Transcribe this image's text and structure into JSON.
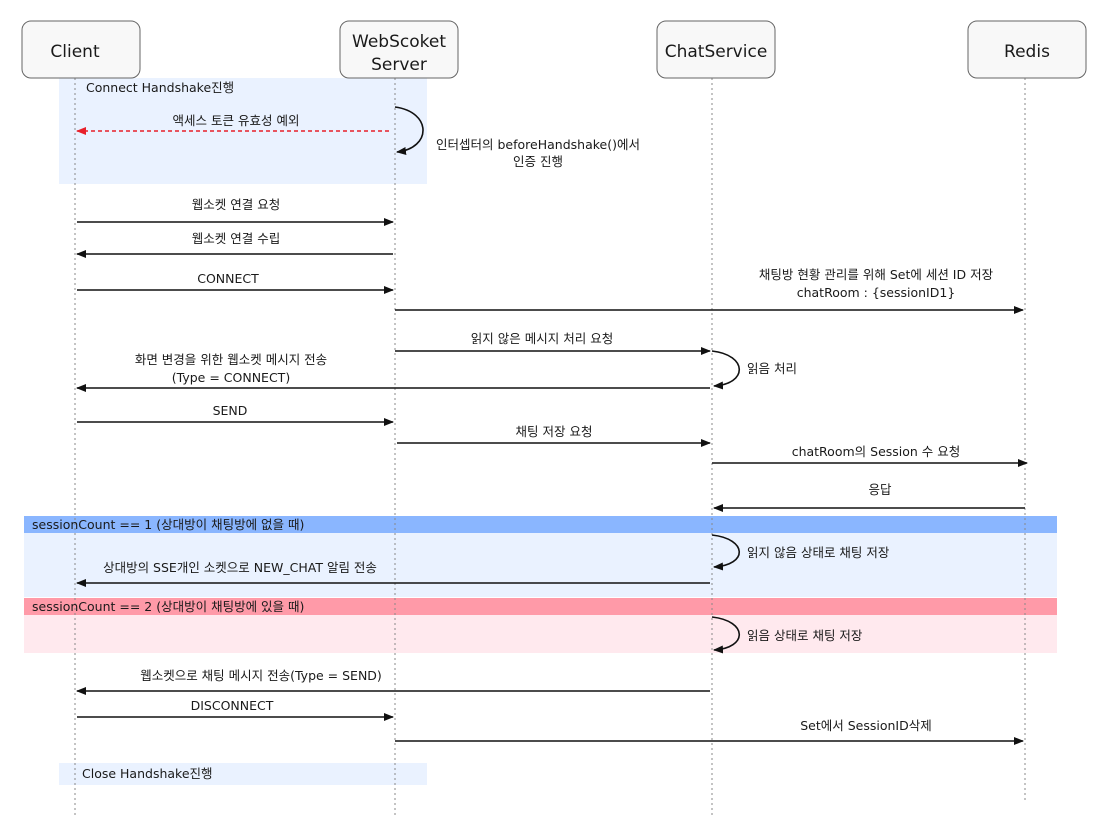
{
  "colors": {
    "lifeline": "#888888",
    "arrow": "#111111",
    "error_arrow": "#e8202a",
    "actor_fill": "#f8f8f8",
    "actor_stroke": "#666666",
    "light_blue_band": "#eaf2ff",
    "blue_header": "#8ab6ff",
    "red_header": "#ff9aa8",
    "light_red_band": "#ffe9ee"
  },
  "actors": {
    "client": "Client",
    "websocket_line1": "WebScoket",
    "websocket_line2": "Server",
    "chatservice": "ChatService",
    "redis": "Redis"
  },
  "groups": {
    "connect_handshake": "Connect Handshake진행",
    "close_handshake": "Close Handshake진행"
  },
  "conditions": {
    "session_count_1": "sessionCount == 1 (상대방이 채팅방에 없을 때)",
    "session_count_2": "sessionCount == 2 (상대방이 채팅방에 있을 때)"
  },
  "messages": {
    "token_exception": "액세스 토큰 유효성 예외",
    "interceptor_line1": "인터셉터의 beforeHandshake()에서",
    "interceptor_line2": "인증 진행",
    "ws_request": "웹소켓 연결 요청",
    "ws_established": "웹소켓 연결 수립",
    "connect": "CONNECT",
    "redis_save_line1": "채팅방 현황 관리를 위해 Set에 세션 ID 저장",
    "redis_save_line2": "chatRoom : {sessionID1}",
    "unread_request": "읽지 않은 메시지 처리 요청",
    "read_process": "읽음 처리",
    "screen_change_line1": "화면 변경을 위한 웹소켓 메시지 전송",
    "screen_change_line2": "(Type = CONNECT)",
    "send": "SEND",
    "chat_save_request": "채팅 저장 요청",
    "session_count_request": "chatRoom의 Session 수 요청",
    "response": "응답",
    "save_unread": "읽지 않음 상태로 채팅 저장",
    "sse_notify": "상대방의 SSE개인 소켓으로 NEW_CHAT 알림 전송",
    "save_read": "읽음 상태로 채팅 저장",
    "ws_chat_send": "웹소켓으로 채팅 메시지 전송(Type = SEND)",
    "disconnect": "DISCONNECT",
    "redis_delete": "Set에서 SessionID삭제"
  }
}
